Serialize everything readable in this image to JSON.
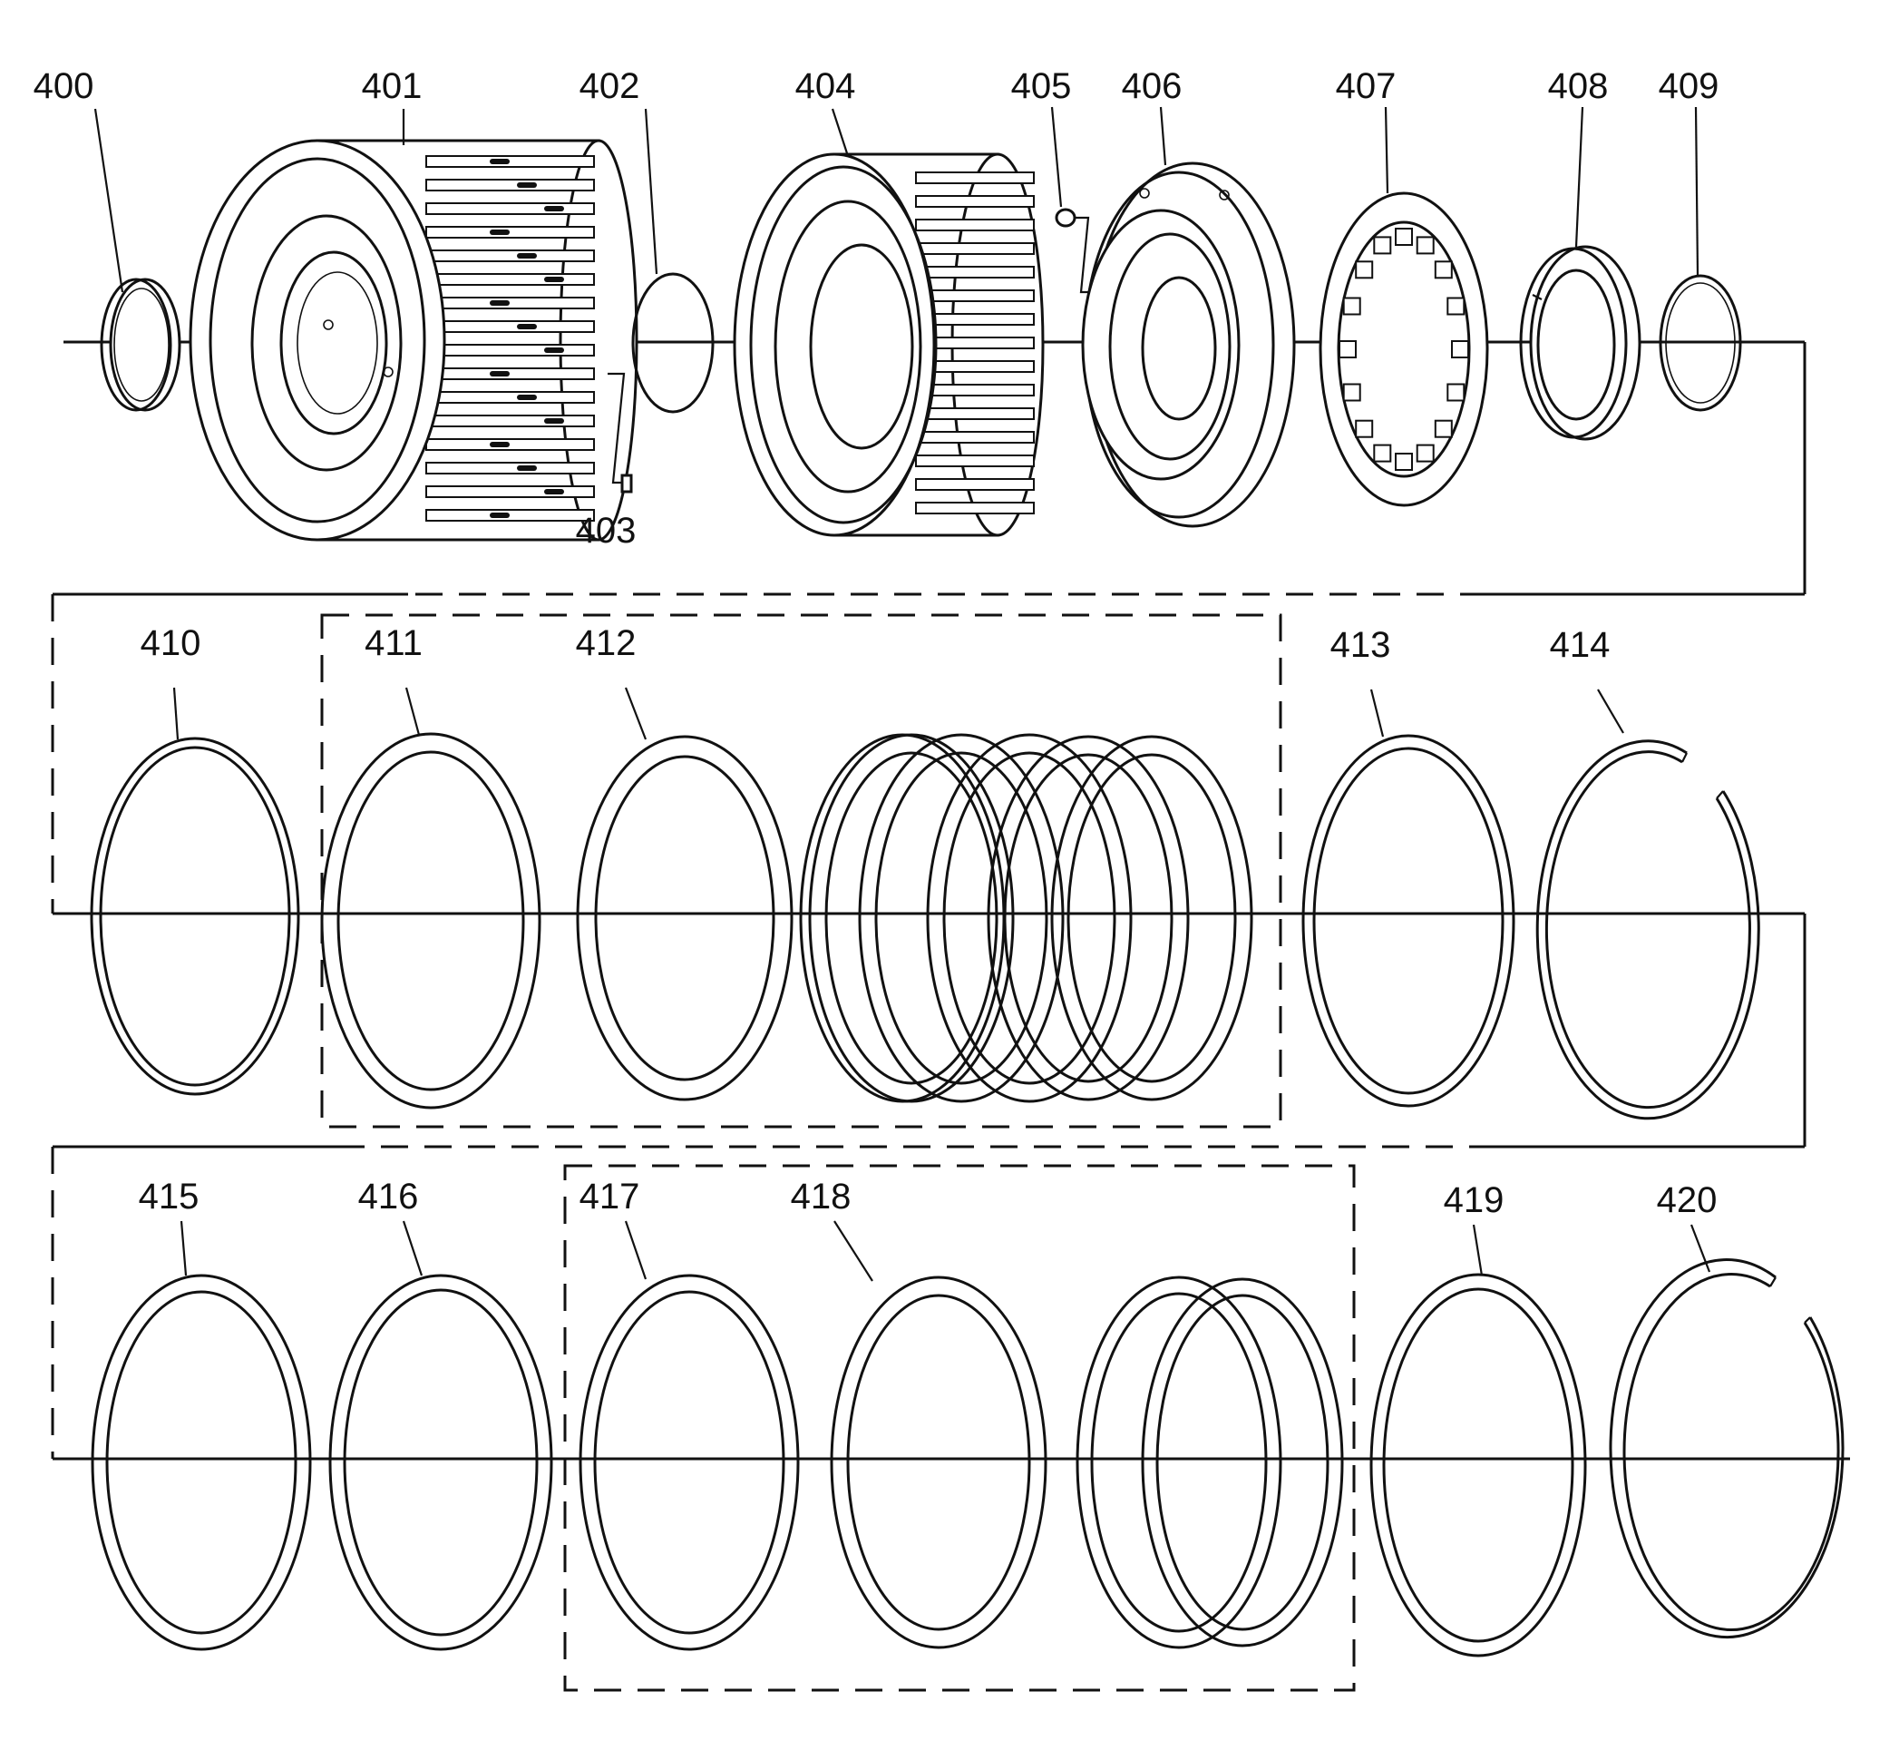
{
  "labels": {
    "p400": "400",
    "p401": "401",
    "p402": "402",
    "p403": "403",
    "p404": "404",
    "p405": "405",
    "p406": "406",
    "p407": "407",
    "p408": "408",
    "p409": "409",
    "p410": "410",
    "p411": "411",
    "p412": "412",
    "p413": "413",
    "p414": "414",
    "p415": "415",
    "p416": "416",
    "p417": "417",
    "p418": "418",
    "p419": "419",
    "p420": "420"
  }
}
